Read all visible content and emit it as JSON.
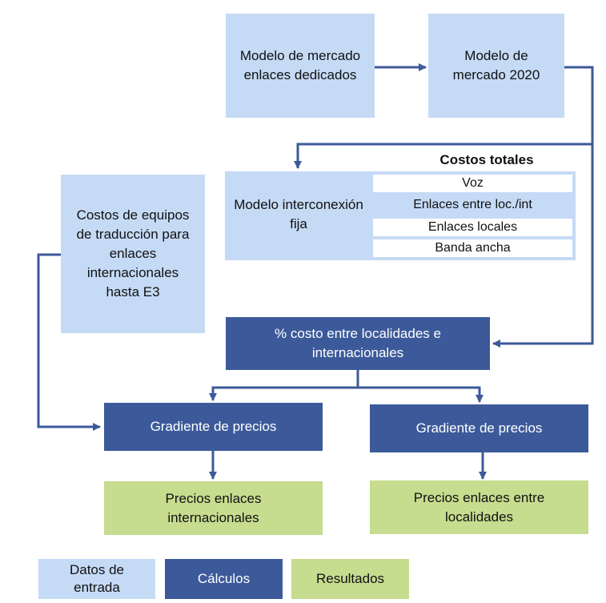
{
  "nodes": {
    "market_dedicated": "Modelo de mercado enlaces dedicados",
    "market_2020": "Modelo de mercado 2020",
    "interconnection": "Modelo interconexión fija",
    "translation_costs": "Costos de equipos de traducción para enlaces internacionales hasta E3",
    "pct_cost": "% costo entre localidades e internacionales",
    "gradient_left": "Gradiente de precios",
    "gradient_right": "Gradiente de precios",
    "prices_international": "Precios enlaces internacionales",
    "prices_localities": "Precios enlaces entre localidades"
  },
  "total_costs": {
    "title": "Costos totales",
    "items": [
      "Voz",
      "Enlaces entre loc./int",
      "Enlaces locales",
      "Banda ancha"
    ]
  },
  "legend": {
    "input": "Datos de entrada",
    "calc": "Cálculos",
    "result": "Resultados"
  },
  "colors": {
    "input": "#c5daf5",
    "calc": "#3c5a9a",
    "result": "#c6dc8f",
    "connector": "#3c5a9a"
  }
}
